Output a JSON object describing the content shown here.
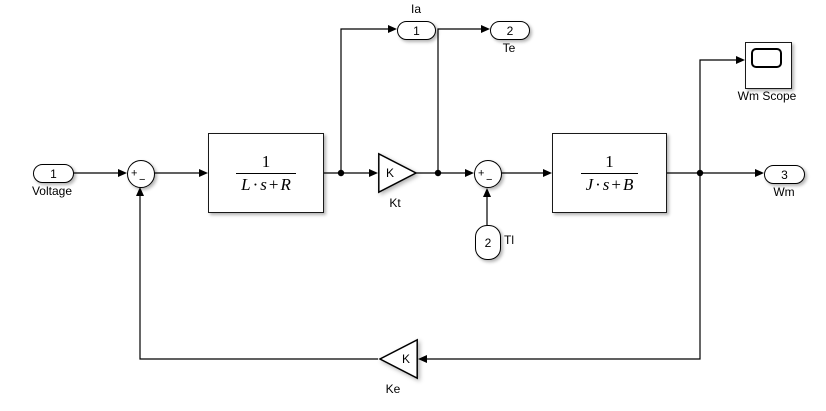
{
  "ports": {
    "voltage": {
      "number": "1",
      "label": "Voltage"
    },
    "ia": {
      "number": "1",
      "label": "Ia"
    },
    "te": {
      "number": "2",
      "label": "Te"
    },
    "tl": {
      "number": "2",
      "label": "Tl"
    },
    "wm": {
      "number": "3",
      "label": "Wm"
    }
  },
  "sums": {
    "sum1": {
      "plus": "+",
      "minus": "−"
    },
    "sum2": {
      "plus": "+",
      "minus": "−"
    }
  },
  "blocks": {
    "tf_electrical": {
      "numerator": "1",
      "den": [
        "L",
        "·",
        "s",
        "+",
        "R"
      ]
    },
    "tf_mechanical": {
      "numerator": "1",
      "den": [
        "J",
        "·",
        "s",
        "+",
        "B"
      ]
    }
  },
  "gains": {
    "kt": {
      "value": "K",
      "label": "Kt"
    },
    "ke": {
      "value": "K",
      "label": "Ke"
    }
  },
  "scope": {
    "label": "Wm Scope"
  },
  "colors": {
    "line": "#000000",
    "fill": "#ffffff",
    "background": "#ffffff"
  }
}
